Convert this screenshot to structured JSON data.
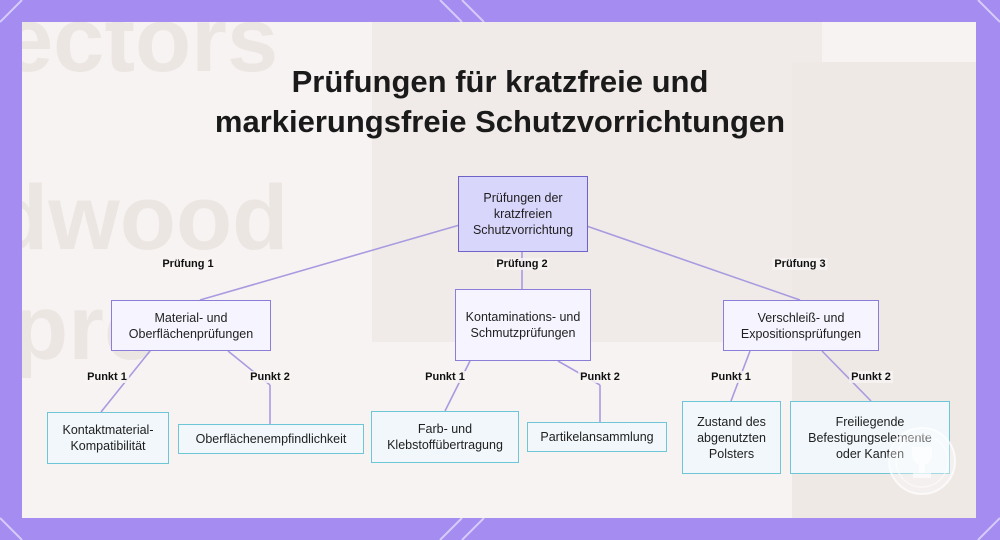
{
  "title_lines": [
    "Prüfungen für kratzfreie und",
    "markierungsfreie Schutzvorrichtungen"
  ],
  "background_words": [
    "ectors",
    "dwood",
    "pro"
  ],
  "nodes": {
    "root": "Prüfungen der kratzfreien Schutzvorrichtung",
    "m1": "Material- und Oberflächenprüfungen",
    "m2": "Kontaminations- und Schmutzprüfungen",
    "m3": "Verschleiß- und Expositionsprüfungen",
    "l1": "Kontaktmaterial-Kompatibilität",
    "l2": "Oberflächenempfindlichkeit",
    "l3": "Farb- und Klebstoffübertragung",
    "l4": "Partikelansammlung",
    "l5": "Zustand des abgenutzten Polsters",
    "l6": "Freiliegende Befestigungselemente oder Kanten"
  },
  "edge_labels": {
    "p1": "Prüfung 1",
    "p2": "Prüfung 2",
    "p3": "Prüfung 3",
    "k1": "Punkt 1",
    "k2": "Punkt 2",
    "k3": "Punkt 1",
    "k4": "Punkt 2",
    "k5": "Punkt 1",
    "k6": "Punkt 2"
  },
  "colors": {
    "frame": "#a58cf0",
    "root_fill": "#d8d6fb",
    "mid_border": "#8a7ed8",
    "leaf_border": "#6cc6d6",
    "edge_line": "#a89be0"
  },
  "badge_icon": "trophy-badge-icon"
}
